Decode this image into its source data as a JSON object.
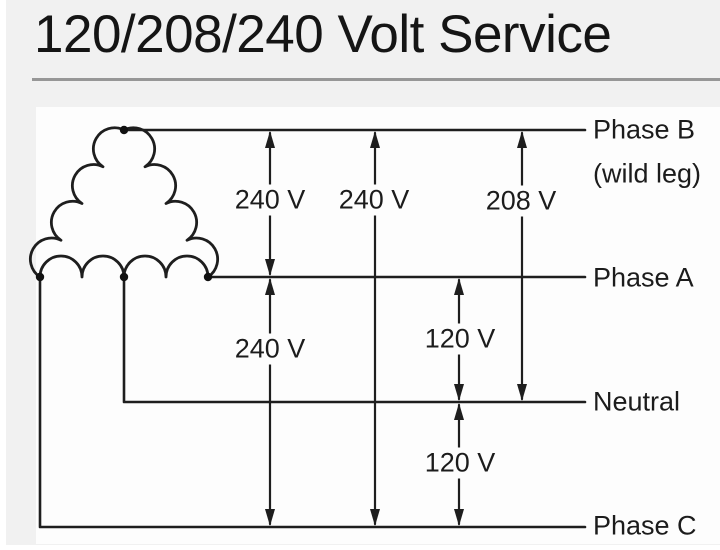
{
  "title": "120/208/240 Volt Service",
  "diagram": {
    "source": "delta transformer winding with center-tapped bottom winding",
    "conductors": [
      {
        "label": "Phase B",
        "note": "(wild leg)"
      },
      {
        "label": "Phase A",
        "note": ""
      },
      {
        "label": "Neutral",
        "note": ""
      },
      {
        "label": "Phase C",
        "note": ""
      }
    ],
    "voltages": [
      {
        "value": "240 V",
        "from": "Phase B",
        "to": "Phase A"
      },
      {
        "value": "240 V",
        "from": "Phase B",
        "to": "Phase C"
      },
      {
        "value": "208 V",
        "from": "Phase B",
        "to": "Neutral"
      },
      {
        "value": "240 V",
        "from": "Phase A",
        "to": "Phase C"
      },
      {
        "value": "120 V",
        "from": "Phase A",
        "to": "Neutral"
      },
      {
        "value": "120 V",
        "from": "Neutral",
        "to": "Phase C"
      }
    ]
  },
  "colors": {
    "page_bg": "#f1f1f1",
    "panel_bg": "#fdfdfd",
    "line": "#1e1e1e",
    "text": "#1c1c1c",
    "divider": "#979797"
  }
}
